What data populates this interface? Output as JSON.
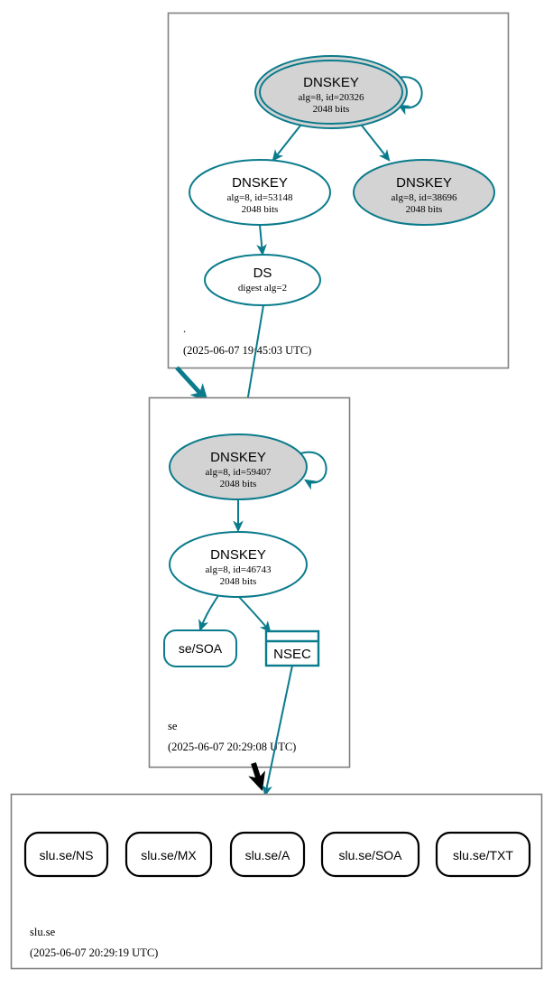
{
  "diagram": {
    "kind": "dnssec-authentication-chain",
    "colors": {
      "secure": "#0a7b8c",
      "insecure": "#000000",
      "zone_border": "#808080",
      "node_fill_shaded": "#d3d3d3",
      "node_fill_plain": "#ffffff",
      "background": "#ffffff"
    }
  },
  "zones": [
    {
      "id": "root",
      "name": ".",
      "timestamp": "(2025-06-07 19:45:03 UTC)",
      "nodes": [
        {
          "id": "root-ksk",
          "type": "DNSKEY",
          "title": "DNSKEY",
          "line2": "alg=8, id=20326",
          "line3": "2048 bits",
          "alg": "8",
          "key_id": "20326",
          "key_size": "2048 bits",
          "fill": "shaded",
          "trust_anchor": true,
          "self_signed": true
        },
        {
          "id": "root-zsk-53148",
          "type": "DNSKEY",
          "title": "DNSKEY",
          "line2": "alg=8, id=53148",
          "line3": "2048 bits",
          "alg": "8",
          "key_id": "53148",
          "key_size": "2048 bits",
          "fill": "plain",
          "trust_anchor": false,
          "self_signed": false
        },
        {
          "id": "root-key-38696",
          "type": "DNSKEY",
          "title": "DNSKEY",
          "line2": "alg=8, id=38696",
          "line3": "2048 bits",
          "alg": "8",
          "key_id": "38696",
          "key_size": "2048 bits",
          "fill": "shaded",
          "trust_anchor": false,
          "self_signed": false
        },
        {
          "id": "root-ds",
          "type": "DS",
          "title": "DS",
          "line2": "digest alg=2",
          "line3": "",
          "digest_alg": "2",
          "fill": "plain",
          "trust_anchor": false,
          "self_signed": false
        }
      ]
    },
    {
      "id": "se",
      "name": "se",
      "timestamp": "(2025-06-07 20:29:08 UTC)",
      "nodes": [
        {
          "id": "se-ksk",
          "type": "DNSKEY",
          "title": "DNSKEY",
          "line2": "alg=8, id=59407",
          "line3": "2048 bits",
          "alg": "8",
          "key_id": "59407",
          "key_size": "2048 bits",
          "fill": "shaded",
          "trust_anchor": false,
          "self_signed": true
        },
        {
          "id": "se-zsk",
          "type": "DNSKEY",
          "title": "DNSKEY",
          "line2": "alg=8, id=46743",
          "line3": "2048 bits",
          "alg": "8",
          "key_id": "46743",
          "key_size": "2048 bits",
          "fill": "plain",
          "trust_anchor": false,
          "self_signed": false
        }
      ],
      "rrsets": [
        {
          "id": "se-soa",
          "label": "se/SOA",
          "style": "secure-rounded"
        },
        {
          "id": "se-nsec",
          "label": "NSEC",
          "style": "secure-record-box"
        }
      ]
    },
    {
      "id": "slu-se",
      "name": "slu.se",
      "timestamp": "(2025-06-07 20:29:19 UTC)",
      "rrsets": [
        {
          "id": "slu-ns",
          "label": "slu.se/NS",
          "style": "insecure-rounded"
        },
        {
          "id": "slu-mx",
          "label": "slu.se/MX",
          "style": "insecure-rounded"
        },
        {
          "id": "slu-a",
          "label": "slu.se/A",
          "style": "insecure-rounded"
        },
        {
          "id": "slu-soa",
          "label": "slu.se/SOA",
          "style": "insecure-rounded"
        },
        {
          "id": "slu-txt",
          "label": "slu.se/TXT",
          "style": "insecure-rounded"
        }
      ]
    }
  ]
}
